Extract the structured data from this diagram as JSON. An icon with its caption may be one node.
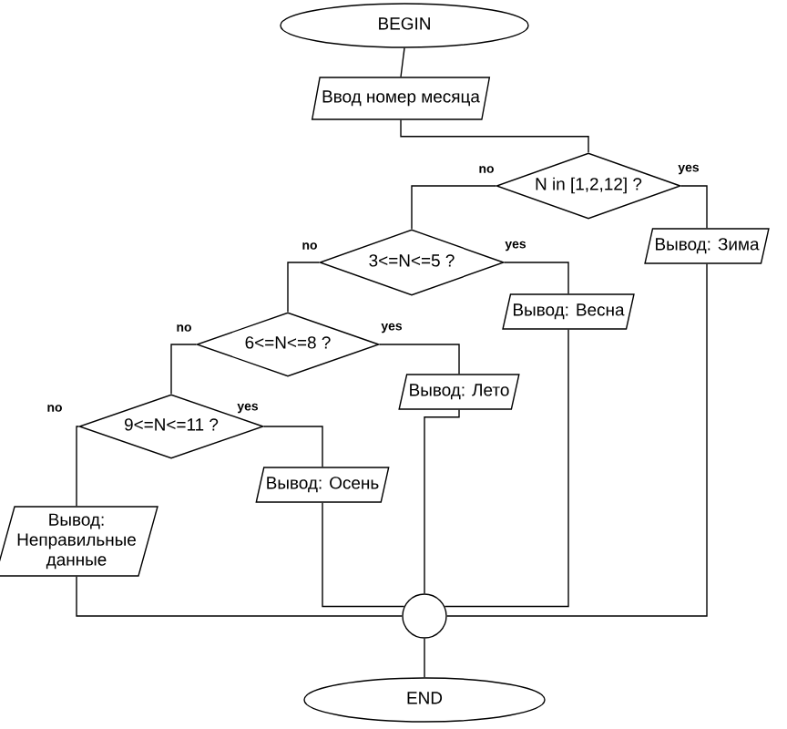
{
  "diagram": {
    "nodes": [
      {
        "text": [
          "BEGIN"
        ]
      },
      {
        "text": [
          "Ввод номер месяца"
        ]
      },
      {
        "text": [
          "N in [1,2,12] ?"
        ]
      },
      {
        "text": [
          "Вывод: Зима"
        ]
      },
      {
        "text": [
          "3<=N<=5 ?"
        ]
      },
      {
        "text": [
          "Вывод: Весна"
        ]
      },
      {
        "text": [
          "6<=N<=8 ?"
        ]
      },
      {
        "text": [
          "Вывод: Лето"
        ]
      },
      {
        "text": [
          "9<=N<=11 ?"
        ]
      },
      {
        "text": [
          "Вывод: Осень"
        ]
      },
      {
        "text": [
          "Вывод: Неправильные данные"
        ]
      },
      {
        "text": [],
        "shape": "circle"
      },
      {
        "text": [
          "END"
        ]
      }
    ],
    "edges": [
      {
        "from": 0,
        "to": 1,
        "arrow": "none"
      },
      {
        "from": 1,
        "to": 2,
        "arrow": "none"
      },
      {
        "from": 2,
        "to": 3,
        "arrow": "none",
        "label": "yes"
      },
      {
        "from": 2,
        "to": 4,
        "arrow": "none",
        "label": "no"
      },
      {
        "from": 4,
        "to": 5,
        "arrow": "none",
        "label": "yes"
      },
      {
        "from": 4,
        "to": 6,
        "arrow": "none",
        "label": "no"
      },
      {
        "from": 6,
        "to": 7,
        "arrow": "none",
        "label": "yes"
      },
      {
        "from": 6,
        "to": 8,
        "arrow": "none",
        "label": "no"
      },
      {
        "from": 8,
        "to": 9,
        "arrow": "none",
        "label": "yes"
      },
      {
        "from": 8,
        "to": 10,
        "arrow": "none",
        "label": "no"
      },
      {
        "from": 3,
        "to": 11,
        "arrow": "none"
      },
      {
        "from": 5,
        "to": 11,
        "arrow": "none"
      },
      {
        "from": 7,
        "to": 11,
        "arrow": "none"
      },
      {
        "from": 9,
        "to": 11,
        "arrow": "none"
      },
      {
        "from": 10,
        "to": 11,
        "arrow": "none"
      },
      {
        "from": 11,
        "to": 12,
        "arrow": "none"
      }
    ]
  }
}
